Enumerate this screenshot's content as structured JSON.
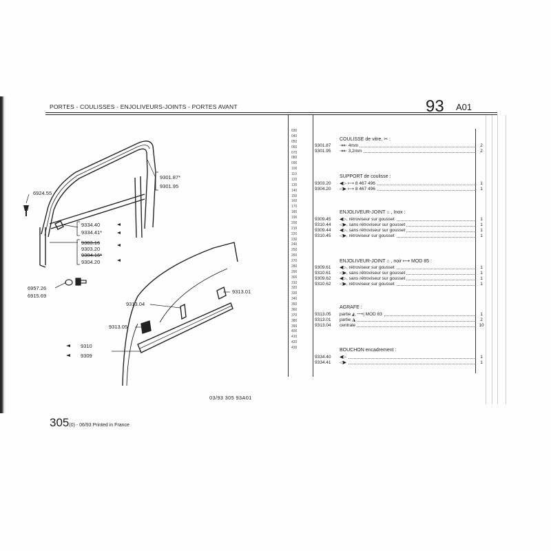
{
  "header": {
    "title": "PORTES - COULISSES - ENJOLIVEURS-JOINTS - PORTES AVANT",
    "number": "93",
    "sub": "A01"
  },
  "line_numbers": [
    "030",
    "040",
    "050",
    "060",
    "070",
    "080",
    "090",
    "100",
    "110",
    "120",
    "130",
    "140",
    "150",
    "160",
    "170",
    "180",
    "190",
    "200",
    "210",
    "220",
    "230",
    "240",
    "250",
    "260",
    "270",
    "280",
    "290",
    "300",
    "310",
    "320",
    "330",
    "340",
    "350",
    "360",
    "370",
    "380",
    "390",
    "400",
    "410",
    "420",
    "430"
  ],
  "catalog": {
    "groups": [
      {
        "heading": "COULISSE de vitre, ✂ :",
        "rows": [
          {
            "ref": "9301.87",
            "desc": "⇥⇤ 4mm",
            "qty": "2"
          },
          {
            "ref": "9301.95",
            "desc": "⇥⇤ 3,2mm",
            "qty": "2"
          }
        ]
      },
      {
        "heading": "SUPPORT de coulisse :",
        "rows": [
          {
            "ref": "9303.20",
            "desc": "◀▷ ⟼ 8 467 496",
            "qty": "1"
          },
          {
            "ref": "9304.20",
            "desc": "◁▶ ⟼ 8 467 496",
            "qty": "1"
          }
        ]
      },
      {
        "heading": "ENJOLIVEUR-JOINT ⌂ , Inox :",
        "rows": [
          {
            "ref": "9309.45",
            "desc": "◀▷, rétroviseur sur gousset",
            "qty": "1"
          },
          {
            "ref": "9310.44",
            "desc": "◁▶, sans rétroviseur sur gousset",
            "qty": "1"
          },
          {
            "ref": "9309.44",
            "desc": "◀▷, sans rétroviseur sur gousset",
            "qty": "1"
          },
          {
            "ref": "9310.45",
            "desc": "◁▶, rétroviseur sur gousset",
            "qty": "1"
          }
        ]
      },
      {
        "heading": "ENJOLIVEUR-JOINT ⌂ , noir ⟼ MOD 85 :",
        "rows": [
          {
            "ref": "9309.61",
            "desc": "◀▷, rétroviseur sur gousset",
            "qty": "1"
          },
          {
            "ref": "9310.61",
            "desc": "◁▶, sans rétroviseur sur gousset",
            "qty": "1"
          },
          {
            "ref": "9309.62",
            "desc": "◀▷, sans rétroviseur sur gousset",
            "qty": "1"
          },
          {
            "ref": "9310.62",
            "desc": "◁▶, rétroviseur sur gousset",
            "qty": "1"
          }
        ]
      },
      {
        "heading": "AGRAFE :",
        "rows": [
          {
            "ref": "9313.05",
            "desc": "partie ◭ ⟶| MOD 83",
            "qty": "1"
          },
          {
            "ref": "9313.01",
            "desc": "partie ◮",
            "qty": "2"
          },
          {
            "ref": "9313.04",
            "desc": "centrale",
            "qty": "10"
          }
        ]
      },
      {
        "heading": "BOUCHON encadrement :",
        "rows": [
          {
            "ref": "9334.40",
            "desc": "◀▷",
            "qty": "1"
          },
          {
            "ref": "9334.41",
            "desc": "◁▶",
            "qty": "1"
          }
        ]
      }
    ]
  },
  "diagram_labels": {
    "l_930187": "9301.87*",
    "l_930195": "9301.95",
    "l_692455": "6924.55",
    "l_933440": "9334.40",
    "l_933441": "9334.41*",
    "l_930316": "9303.16",
    "l_930320": "9303.20",
    "l_930416": "9304.16*",
    "l_930420": "9304.20",
    "l_695726": "6957.26",
    "l_691569": "6915.69",
    "l_931304": "9313.04",
    "l_931301": "9313.01",
    "l_931305": "9313.05",
    "l_9310": "9310",
    "l_9309": "9309"
  },
  "footnote": "03/93  305  93A01",
  "footer": {
    "main": "305",
    "rest": "(0) - 06/93 Printed in France"
  }
}
